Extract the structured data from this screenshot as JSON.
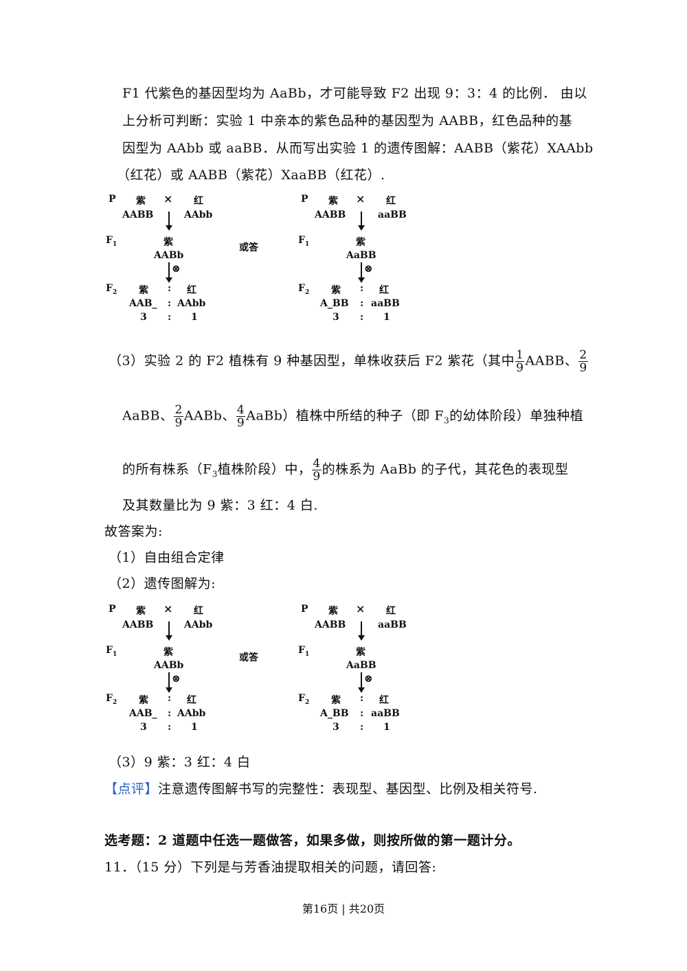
{
  "paragraph1": {
    "line1": "F1 代紫色的基因型均为 AaBb，才可能导致 F2 出现 9：3：4 的比例．  由以",
    "line2": "上分析可判断：实验 1 中亲本的紫色品种的基因型为 AABB，红色品种的基",
    "line3": "因型为 AAbb 或 aaBB．从而写出实验 1 的遗传图解：AABB（紫花）XAAbb",
    "line4": "（红花）或 AABB（紫花）XaaBB（红花）."
  },
  "diagram": {
    "p": "P",
    "f1": "F",
    "f1_sub": "1",
    "f2": "F",
    "f2_sub": "2",
    "purple": "紫",
    "red": "红",
    "cross": "×",
    "selfing": "⊗",
    "colon": ":",
    "or_answer": "或答",
    "left": {
      "p_purple": "AABB",
      "p_red": "AAbb",
      "f1_geno": "AABb",
      "f2_purple": "AAB_",
      "f2_red": "AAbb",
      "ratio_purple": "3",
      "ratio_red": "1"
    },
    "right": {
      "p_purple": "AABB",
      "p_red": "aaBB",
      "f1_geno": "AaBB",
      "f2_purple": "A_BB",
      "f2_red": "aaBB",
      "ratio_purple": "3",
      "ratio_red": "1"
    }
  },
  "paragraph3": {
    "line1_a": "（3）实验 2 的 F2 植株有 9 种基因型，单株收获后 F2 紫花（其中",
    "f1_num": "1",
    "f1_den": "9",
    "line1_b": "AABB、",
    "f2_num": "2",
    "f2_den": "9",
    "line2_a": "AaBB、",
    "f3_num": "2",
    "f3_den": "9",
    "line2_b": "AABb、",
    "f4_num": "4",
    "f4_den": "9",
    "line2_c": "AaBb）植株中所结的种子（即 F",
    "line2_sub": "3",
    "line2_d": "的幼体阶段）单独种植",
    "line3_a": "的所有株系（F",
    "line3_sub": "3",
    "line3_b": "植株阶段）中，",
    "f5_num": "4",
    "f5_den": "9",
    "line3_c": "的株系为 AaBb 的子代，其花色的表现型",
    "line4": "及其数量比为 9 紫：3 红：4 白."
  },
  "answers": {
    "heading": "故答案为:",
    "a1": "（1）自由组合定律",
    "a2": "（2）遗传图解为:",
    "a3": "（3）9 紫：3 红：4 白"
  },
  "comment": {
    "tag": "【点评】",
    "text": "注意遗传图解书写的完整性：表现型、基因型、比例及相关符号."
  },
  "elective": "选考题：2 道题中任选一题做答，如果多做，则按所做的第一题计分。",
  "question11": "11．（15 分）下列是与芳香油提取相关的问题，请回答:",
  "footer": "第16页 | 共20页"
}
